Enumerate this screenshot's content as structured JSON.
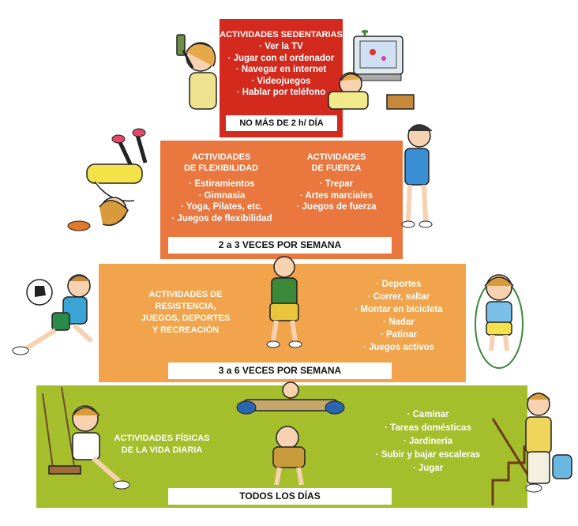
{
  "sedentary": {
    "title": "ACTIVIDADES SEDENTARIAS",
    "items": [
      "· Ver la TV",
      "· Jugar con el ordenador",
      "· Navegar en internet",
      "· Videojuegos",
      "· Hablar por teléfono"
    ],
    "frequency": "NO MÁS DE 2 h/ DÍA"
  },
  "flexibility": {
    "title_line1": "ACTIVIDADES",
    "title_line2": "DE FLEXIBILIDAD",
    "items": [
      "· Estiramientos",
      "· Gimnasia",
      "· Yoga, Pilates, etc.",
      "· Juegos de flexibilidad"
    ]
  },
  "strength": {
    "title_line1": "ACTIVIDADES",
    "title_line2": "DE FUERZA",
    "items": [
      "· Trepar",
      "· Artes marciales",
      "· Juegos de fuerza"
    ]
  },
  "tier2_frequency": "2 a 3 VECES POR SEMANA",
  "resistance": {
    "title_lines": [
      "ACTIVIDADES DE",
      "RESISTENCIA,",
      "JUEGOS, DEPORTES",
      "Y RECREACIÓN"
    ],
    "items": [
      "· Deportes",
      "· Correr, saltar",
      "· Montar en bicicleta",
      "· Nadar",
      "· Patinar",
      "· Juegos activos"
    ],
    "frequency": "3 a 6 VECES POR SEMANA"
  },
  "daily": {
    "title_lines": [
      "ACTIVIDADES FÍSICAS",
      "DE LA VIDA DIARIA"
    ],
    "items": [
      "· Caminar",
      "· Tareas domésticas",
      "· Jardinería",
      "· Subir y bajar escaleras",
      "· Jugar"
    ],
    "frequency": "TODOS LOS DÍAS"
  },
  "colors": {
    "sedentary": "#d42a1e",
    "flex_strength": "#e9773e",
    "resistance": "#f2a44c",
    "daily": "#a5bf2c"
  }
}
